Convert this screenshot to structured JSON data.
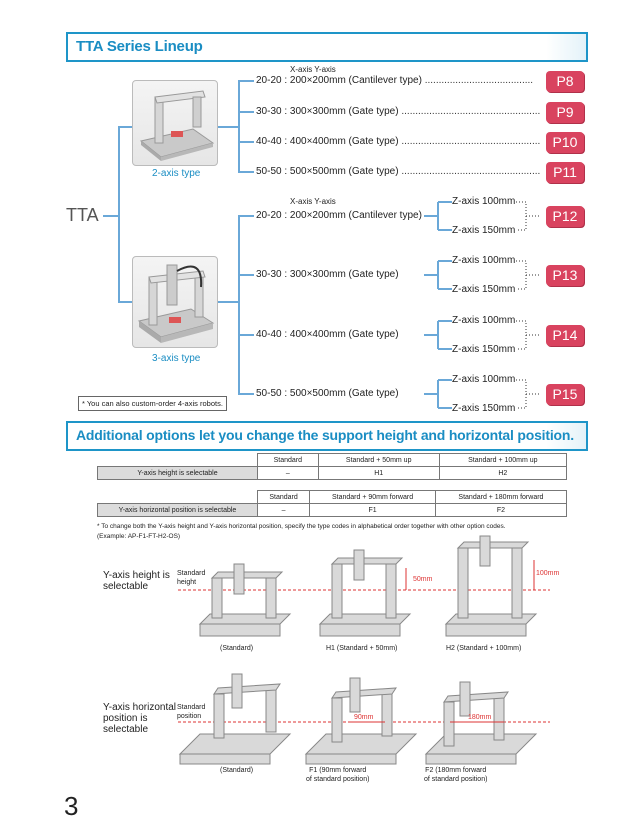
{
  "section1": {
    "title": "TTA Series Lineup"
  },
  "root_label": "TTA",
  "axis_header_1": "X-axis   Y-axis",
  "axis_header_2": "X-axis   Y-axis",
  "two_axis": {
    "caption": "2-axis type",
    "items": [
      {
        "text": "20-20 : 200×200mm (Cantilever type)",
        "dots": ".......................................",
        "page": "P8"
      },
      {
        "text": "30-30 : 300×300mm (Gate type)",
        "dots": "..................................................",
        "page": "P9"
      },
      {
        "text": "40-40 : 400×400mm (Gate type)",
        "dots": "..................................................",
        "page": "P10"
      },
      {
        "text": "50-50 : 500×500mm (Gate type)",
        "dots": "..................................................",
        "page": "P11"
      }
    ]
  },
  "three_axis": {
    "caption": "3-axis type",
    "items": [
      {
        "text": "20-20 : 200×200mm (Cantilever type)",
        "z1": "Z-axis 100mm",
        "z2": "Z-axis 150mm",
        "page": "P12"
      },
      {
        "text": "30-30 : 300×300mm (Gate type)",
        "z1": "Z-axis 100mm",
        "z2": "Z-axis 150mm",
        "page": "P13"
      },
      {
        "text": "40-40 : 400×400mm (Gate type)",
        "z1": "Z-axis 100mm",
        "z2": "Z-axis 150mm",
        "page": "P14"
      },
      {
        "text": "50-50 : 500×500mm (Gate type)",
        "z1": "Z-axis 100mm",
        "z2": "Z-axis 150mm",
        "page": "P15"
      }
    ]
  },
  "custom_note": "* You can also custom-order 4-axis robots.",
  "section2": {
    "title": "Additional options let you change the support height and horizontal position."
  },
  "table1": {
    "headers": [
      "Standard",
      "Standard + 50mm up",
      "Standard + 100mm up"
    ],
    "row_label": "Y-axis height is selectable",
    "values": [
      "–",
      "H1",
      "H2"
    ]
  },
  "table2": {
    "headers": [
      "Standard",
      "Standard + 90mm forward",
      "Standard + 180mm forward"
    ],
    "row_label": "Y-axis horizontal position is selectable",
    "values": [
      "–",
      "F1",
      "F2"
    ]
  },
  "footnote1": "* To change both the Y-axis height and Y-axis horizontal position, specify the type codes in alphabetical order together with other option codes.",
  "footnote2": "(Example: AP-F1-FT-H2-OS)",
  "diagram_height": {
    "label_line1": "Y-axis height is",
    "label_line2": "selectable",
    "std_line1": "Standard",
    "std_line2": "height",
    "dim_50": "50mm",
    "dim_100": "100mm",
    "captions": [
      "(Standard)",
      "H1 (Standard + 50mm)",
      "H2 (Standard + 100mm)"
    ]
  },
  "diagram_pos": {
    "label_line1": "Y-axis horizontal",
    "label_line2": "position is",
    "label_line3": "selectable",
    "std_line1": "Standard",
    "std_line2": "position",
    "dim_90": "90mm",
    "dim_180": "180mm",
    "cap1": "(Standard)",
    "cap2_line1": "F1 (90mm forward",
    "cap2_line2": "of standard position)",
    "cap3_line1": "F2 (180mm forward",
    "cap3_line2": "of standard position)"
  },
  "page_number": "3",
  "colors": {
    "accent": "#1e95c8",
    "tag": "#d9435f",
    "tree": "#6aa8d8",
    "dim": "#dd3333"
  }
}
